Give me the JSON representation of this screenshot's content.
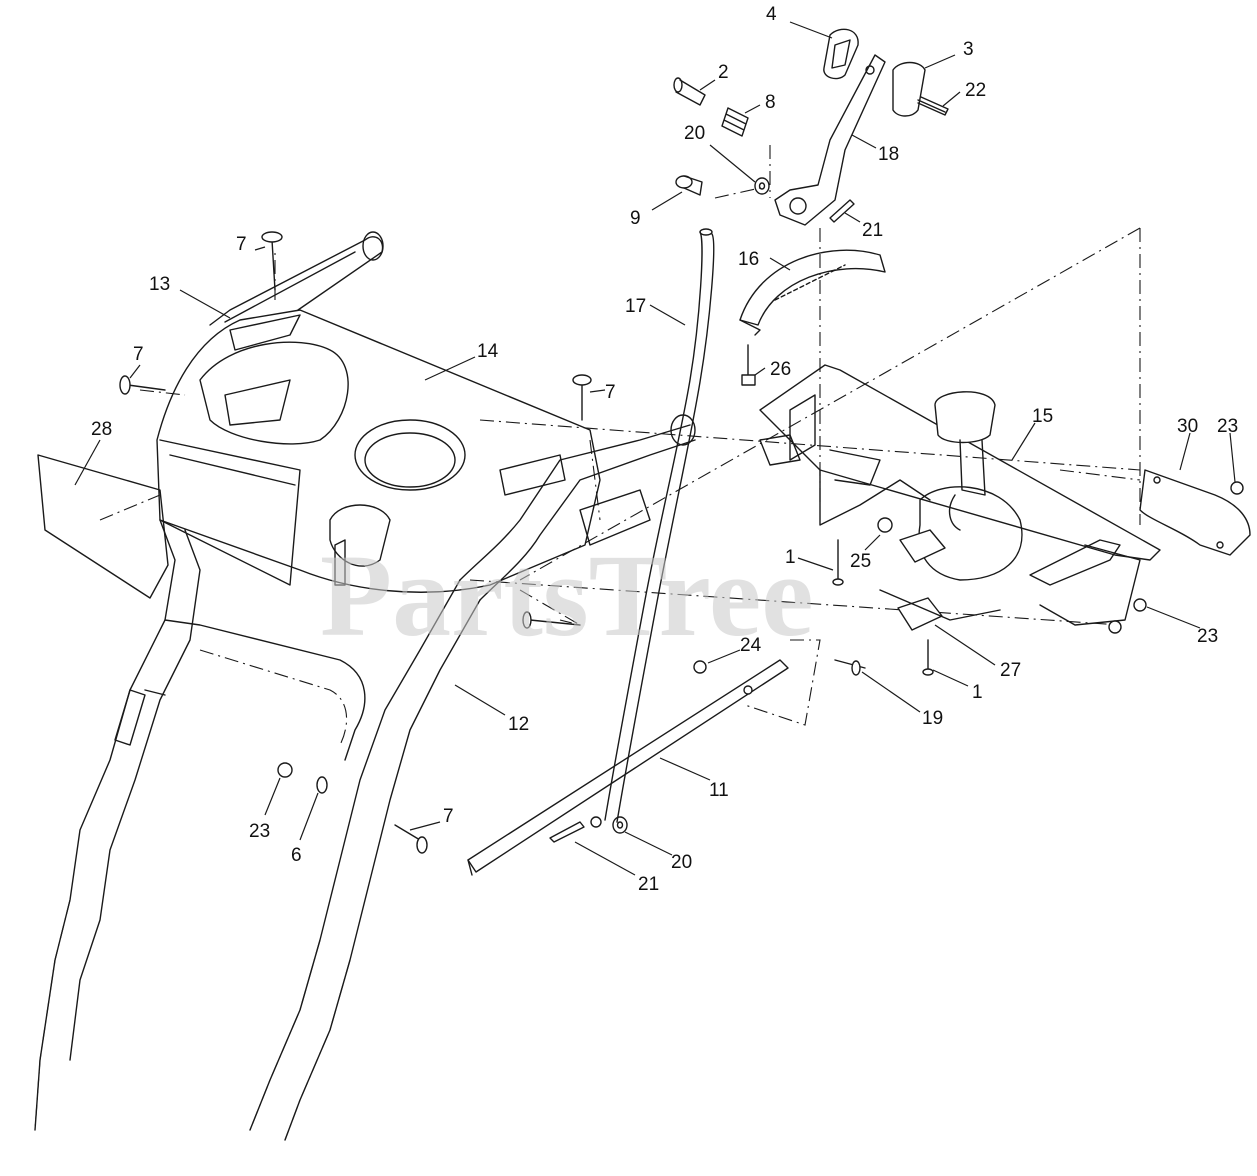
{
  "watermark": "PartsTree",
  "callouts": [
    {
      "id": "c-4",
      "label": "4"
    },
    {
      "id": "c-3",
      "label": "3"
    },
    {
      "id": "c-2",
      "label": "2"
    },
    {
      "id": "c-22",
      "label": "22"
    },
    {
      "id": "c-8",
      "label": "8"
    },
    {
      "id": "c-20a",
      "label": "20"
    },
    {
      "id": "c-18",
      "label": "18"
    },
    {
      "id": "c-9",
      "label": "9"
    },
    {
      "id": "c-21a",
      "label": "21"
    },
    {
      "id": "c-7a",
      "label": "7"
    },
    {
      "id": "c-16",
      "label": "16"
    },
    {
      "id": "c-13",
      "label": "13"
    },
    {
      "id": "c-17",
      "label": "17"
    },
    {
      "id": "c-7b",
      "label": "7"
    },
    {
      "id": "c-14",
      "label": "14"
    },
    {
      "id": "c-26",
      "label": "26"
    },
    {
      "id": "c-7c",
      "label": "7"
    },
    {
      "id": "c-15",
      "label": "15"
    },
    {
      "id": "c-28",
      "label": "28"
    },
    {
      "id": "c-30",
      "label": "30"
    },
    {
      "id": "c-23a",
      "label": "23"
    },
    {
      "id": "c-1a",
      "label": "1"
    },
    {
      "id": "c-25",
      "label": "25"
    },
    {
      "id": "c-23b",
      "label": "23"
    },
    {
      "id": "c-24",
      "label": "24"
    },
    {
      "id": "c-27",
      "label": "27"
    },
    {
      "id": "c-1b",
      "label": "1"
    },
    {
      "id": "c-12",
      "label": "12"
    },
    {
      "id": "c-19",
      "label": "19"
    },
    {
      "id": "c-11",
      "label": "11"
    },
    {
      "id": "c-7d",
      "label": "7"
    },
    {
      "id": "c-23c",
      "label": "23"
    },
    {
      "id": "c-6",
      "label": "6"
    },
    {
      "id": "c-20b",
      "label": "20"
    },
    {
      "id": "c-21b",
      "label": "21"
    }
  ]
}
